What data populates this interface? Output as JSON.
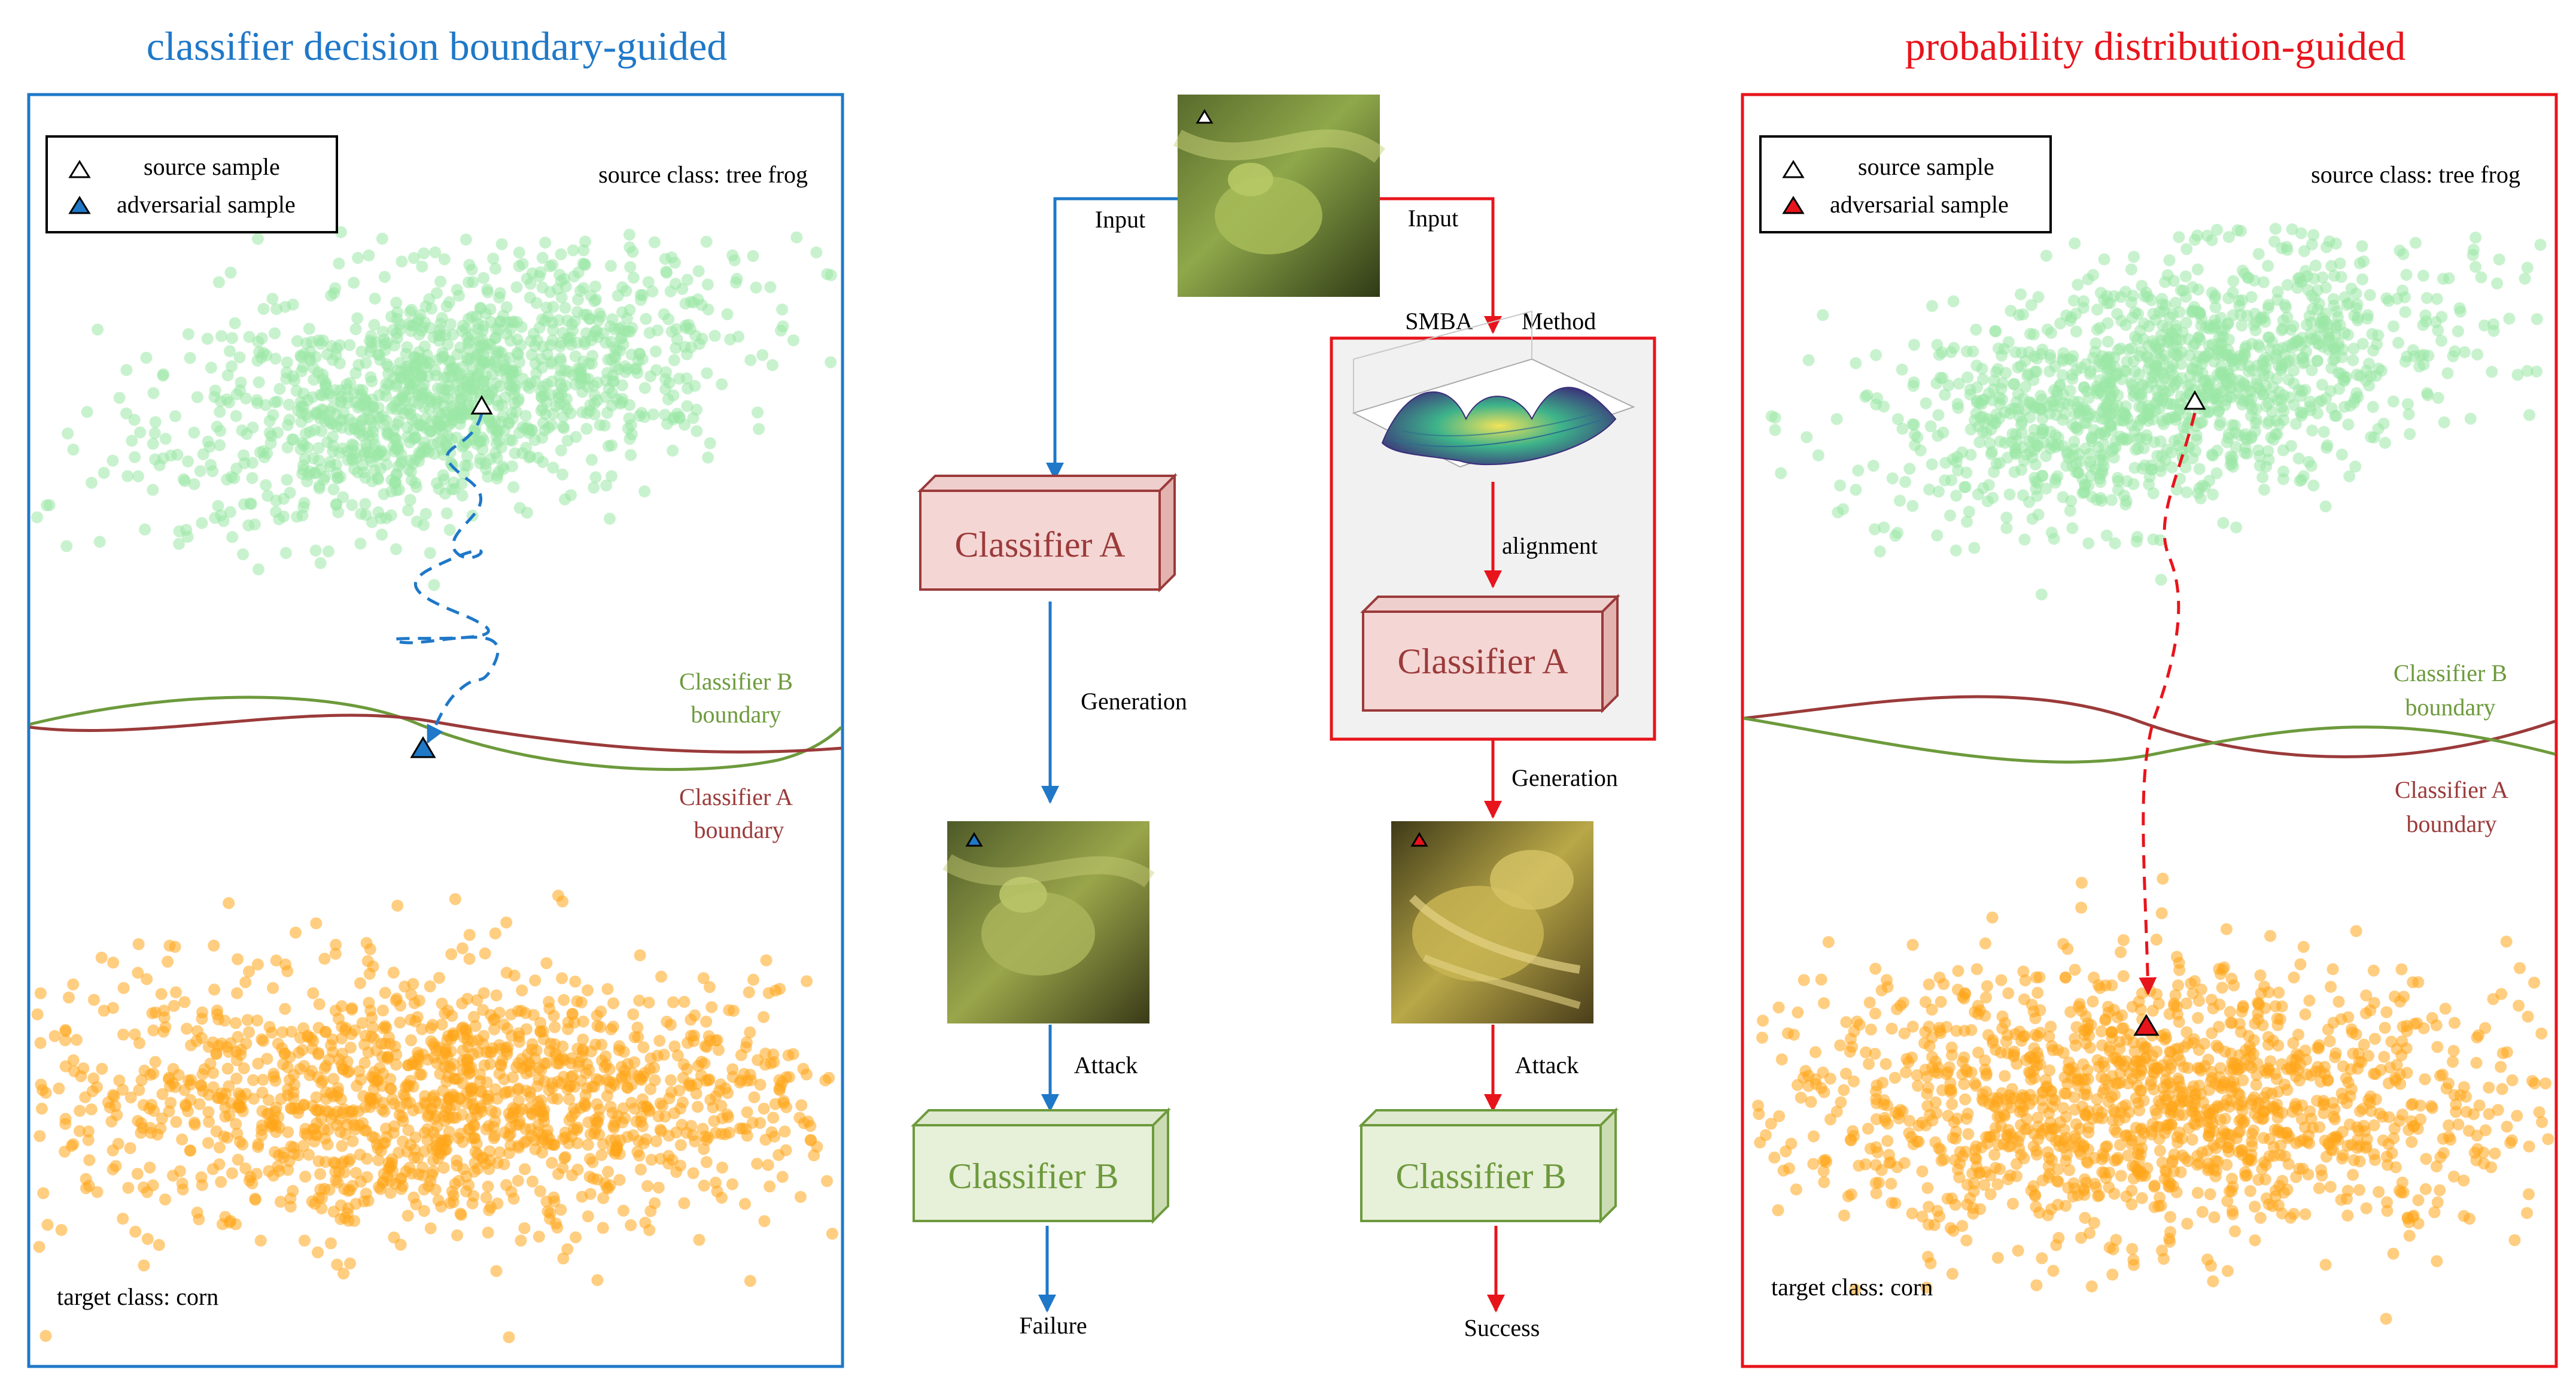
{
  "left_panel": {
    "title": "classifier decision boundary-guided",
    "legend": {
      "source": "source sample",
      "adversarial": "adversarial sample"
    },
    "source_class": "source class: tree frog",
    "target_class": "target class: corn",
    "boundary_b": [
      "Classifier B",
      "boundary"
    ],
    "boundary_a": [
      "Classifier A",
      "boundary"
    ]
  },
  "right_panel": {
    "title": "probability distribution-guided",
    "legend": {
      "source": "source sample",
      "adversarial": "adversarial sample"
    },
    "source_class": "source class: tree frog",
    "target_class": "target class: corn",
    "boundary_b": [
      "Classifier B",
      "boundary"
    ],
    "boundary_a": [
      "Classifier A",
      "boundary"
    ]
  },
  "middle": {
    "input_left": "Input",
    "input_right": "Input",
    "smba_label": "SMBA",
    "method_label": "Method",
    "alignment": "alignment",
    "classifier_a_left": "Classifier A",
    "classifier_a_right": "Classifier A",
    "generation_left": "Generation",
    "generation_right": "Generation",
    "attack_left": "Attack",
    "attack_right": "Attack",
    "classifier_b_left": "Classifier B",
    "classifier_b_right": "Classifier B",
    "failure": "Failure",
    "success": "Success"
  },
  "colors": {
    "blue": "#1f78c8",
    "red": "#e8141c",
    "green_points": "#9be8a6",
    "orange_points": "#ffa51a",
    "boundary_b": "#6d9a3c",
    "boundary_a": "#9b3a3a"
  }
}
